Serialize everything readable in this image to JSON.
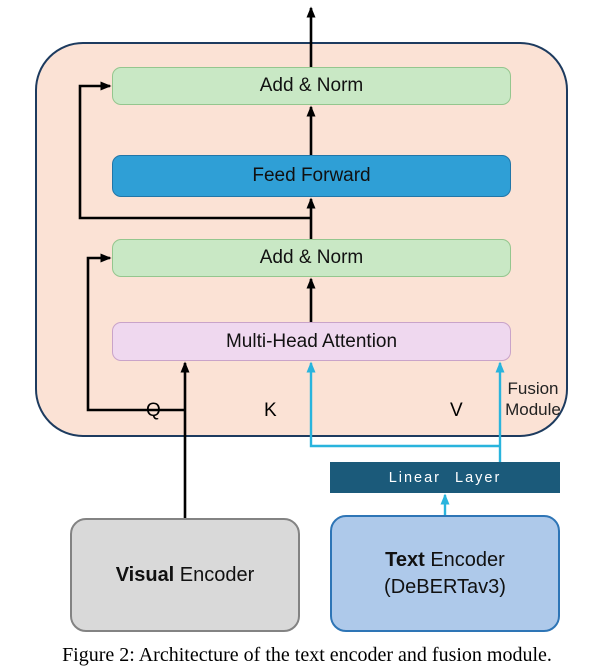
{
  "caption": "Figure 2: Architecture of the text encoder and fusion module.",
  "diagram": {
    "fusion": {
      "line1": "Fusion",
      "line2": "Module"
    },
    "blocks": {
      "add_norm_top": "Add & Norm",
      "feed_forward": "Feed Forward",
      "add_norm_mid": "Add & Norm",
      "mha": "Multi-Head Attention"
    },
    "ports": {
      "q": "Q",
      "k": "K",
      "v": "V"
    },
    "linear_layer_label": "Linear Layer",
    "visual_encoder": {
      "bold": "Visual",
      "rest": " Encoder"
    },
    "text_encoder": {
      "bold": "Text",
      "rest": " Encoder",
      "line2": "(DeBERTav3)"
    }
  },
  "colors": {
    "fusion_bg": "#fbe2d5",
    "fusion_border": "#1d3b5f",
    "add_norm_fill": "#c9e8c5",
    "feed_forward_fill": "#2f9fd6",
    "attention_fill": "#efd8ef",
    "linear_layer_fill": "#1b5a7a",
    "text_encoder_fill": "#aec9ea",
    "text_encoder_border": "#2e75b6",
    "visual_encoder_fill": "#d9d9d9",
    "arrow_black": "#000000",
    "arrow_cyan": "#29b4dd"
  }
}
